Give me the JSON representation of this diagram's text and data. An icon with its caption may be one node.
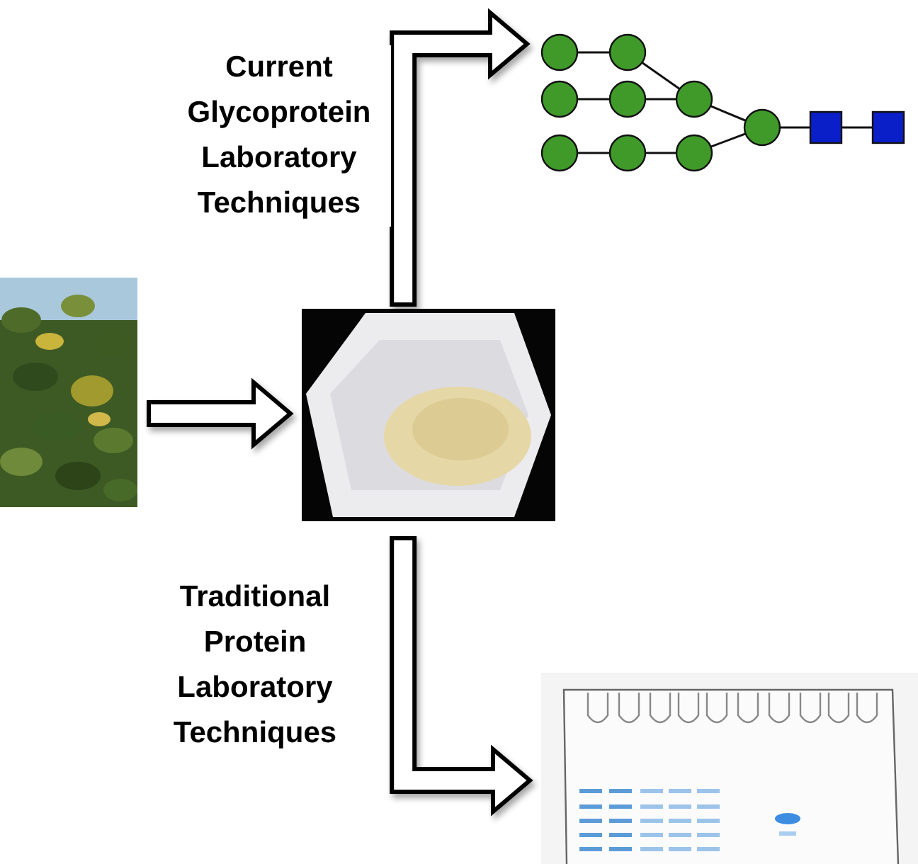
{
  "diagram": {
    "nodes": [
      {
        "text": [],
        "shape": "picture"
      },
      {
        "text": [],
        "shape": "picture"
      },
      {
        "text": [],
        "shape": "picture"
      },
      {
        "text": [],
        "shape": "picture"
      }
    ],
    "edges": [
      {
        "from": 0,
        "to": 1,
        "arrow": "to"
      },
      {
        "from": 1,
        "to": 2,
        "arrow": "to",
        "label": "Current Glycoprotein Laboratory Techniques"
      },
      {
        "from": 1,
        "to": 3,
        "arrow": "to",
        "label": "Traditional Protein Laboratory Techniques"
      }
    ]
  }
}
